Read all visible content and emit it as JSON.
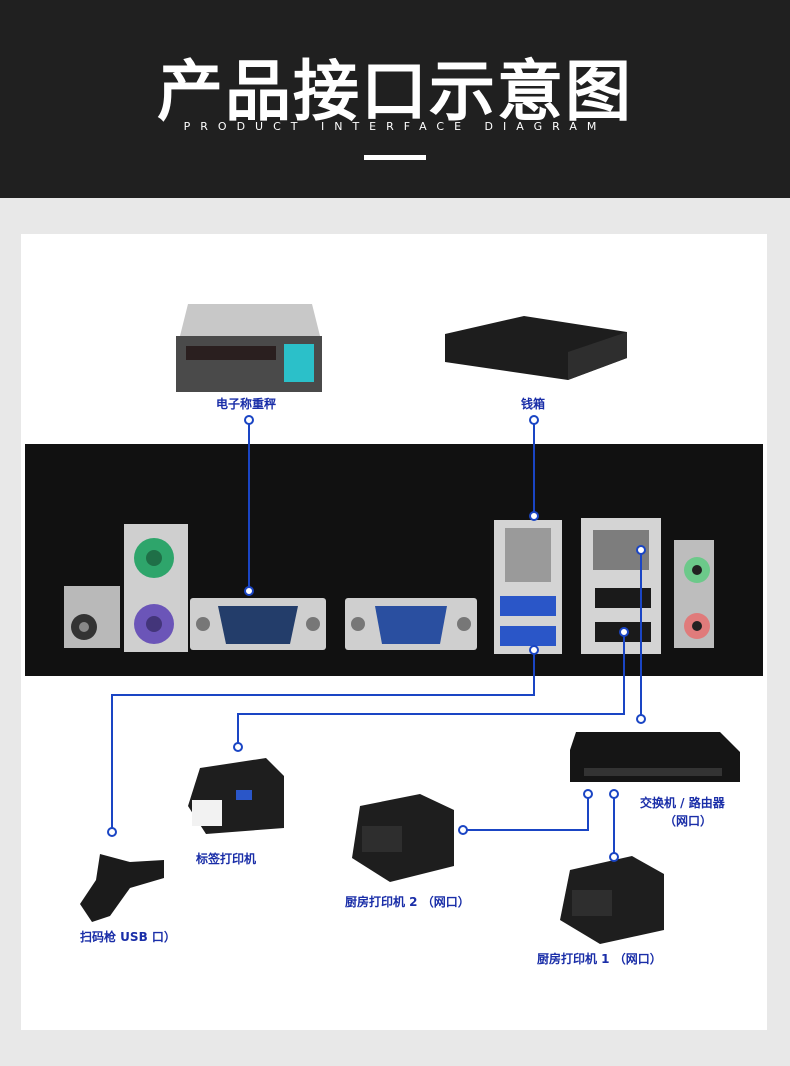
{
  "header": {
    "title": "产品接口示意图",
    "subtitle": "PRODUCT INTERFACE DIAGRAM"
  },
  "devices": {
    "scale": "电子称重秤",
    "cash_drawer": "钱箱",
    "label_printer": "标签打印机",
    "scanner": "扫码枪 USB 口）",
    "kitchen_printer_2": "厨房打印机 2 （网口）",
    "kitchen_printer_1": "厨房打印机 1 （网口）",
    "switch_line1": "交换机 / 路由器",
    "switch_line2": "（网口）"
  },
  "colors": {
    "line": "#1a45c4",
    "label": "#1a2ea8",
    "header_bg": "#202020",
    "io_bg": "#111111"
  }
}
